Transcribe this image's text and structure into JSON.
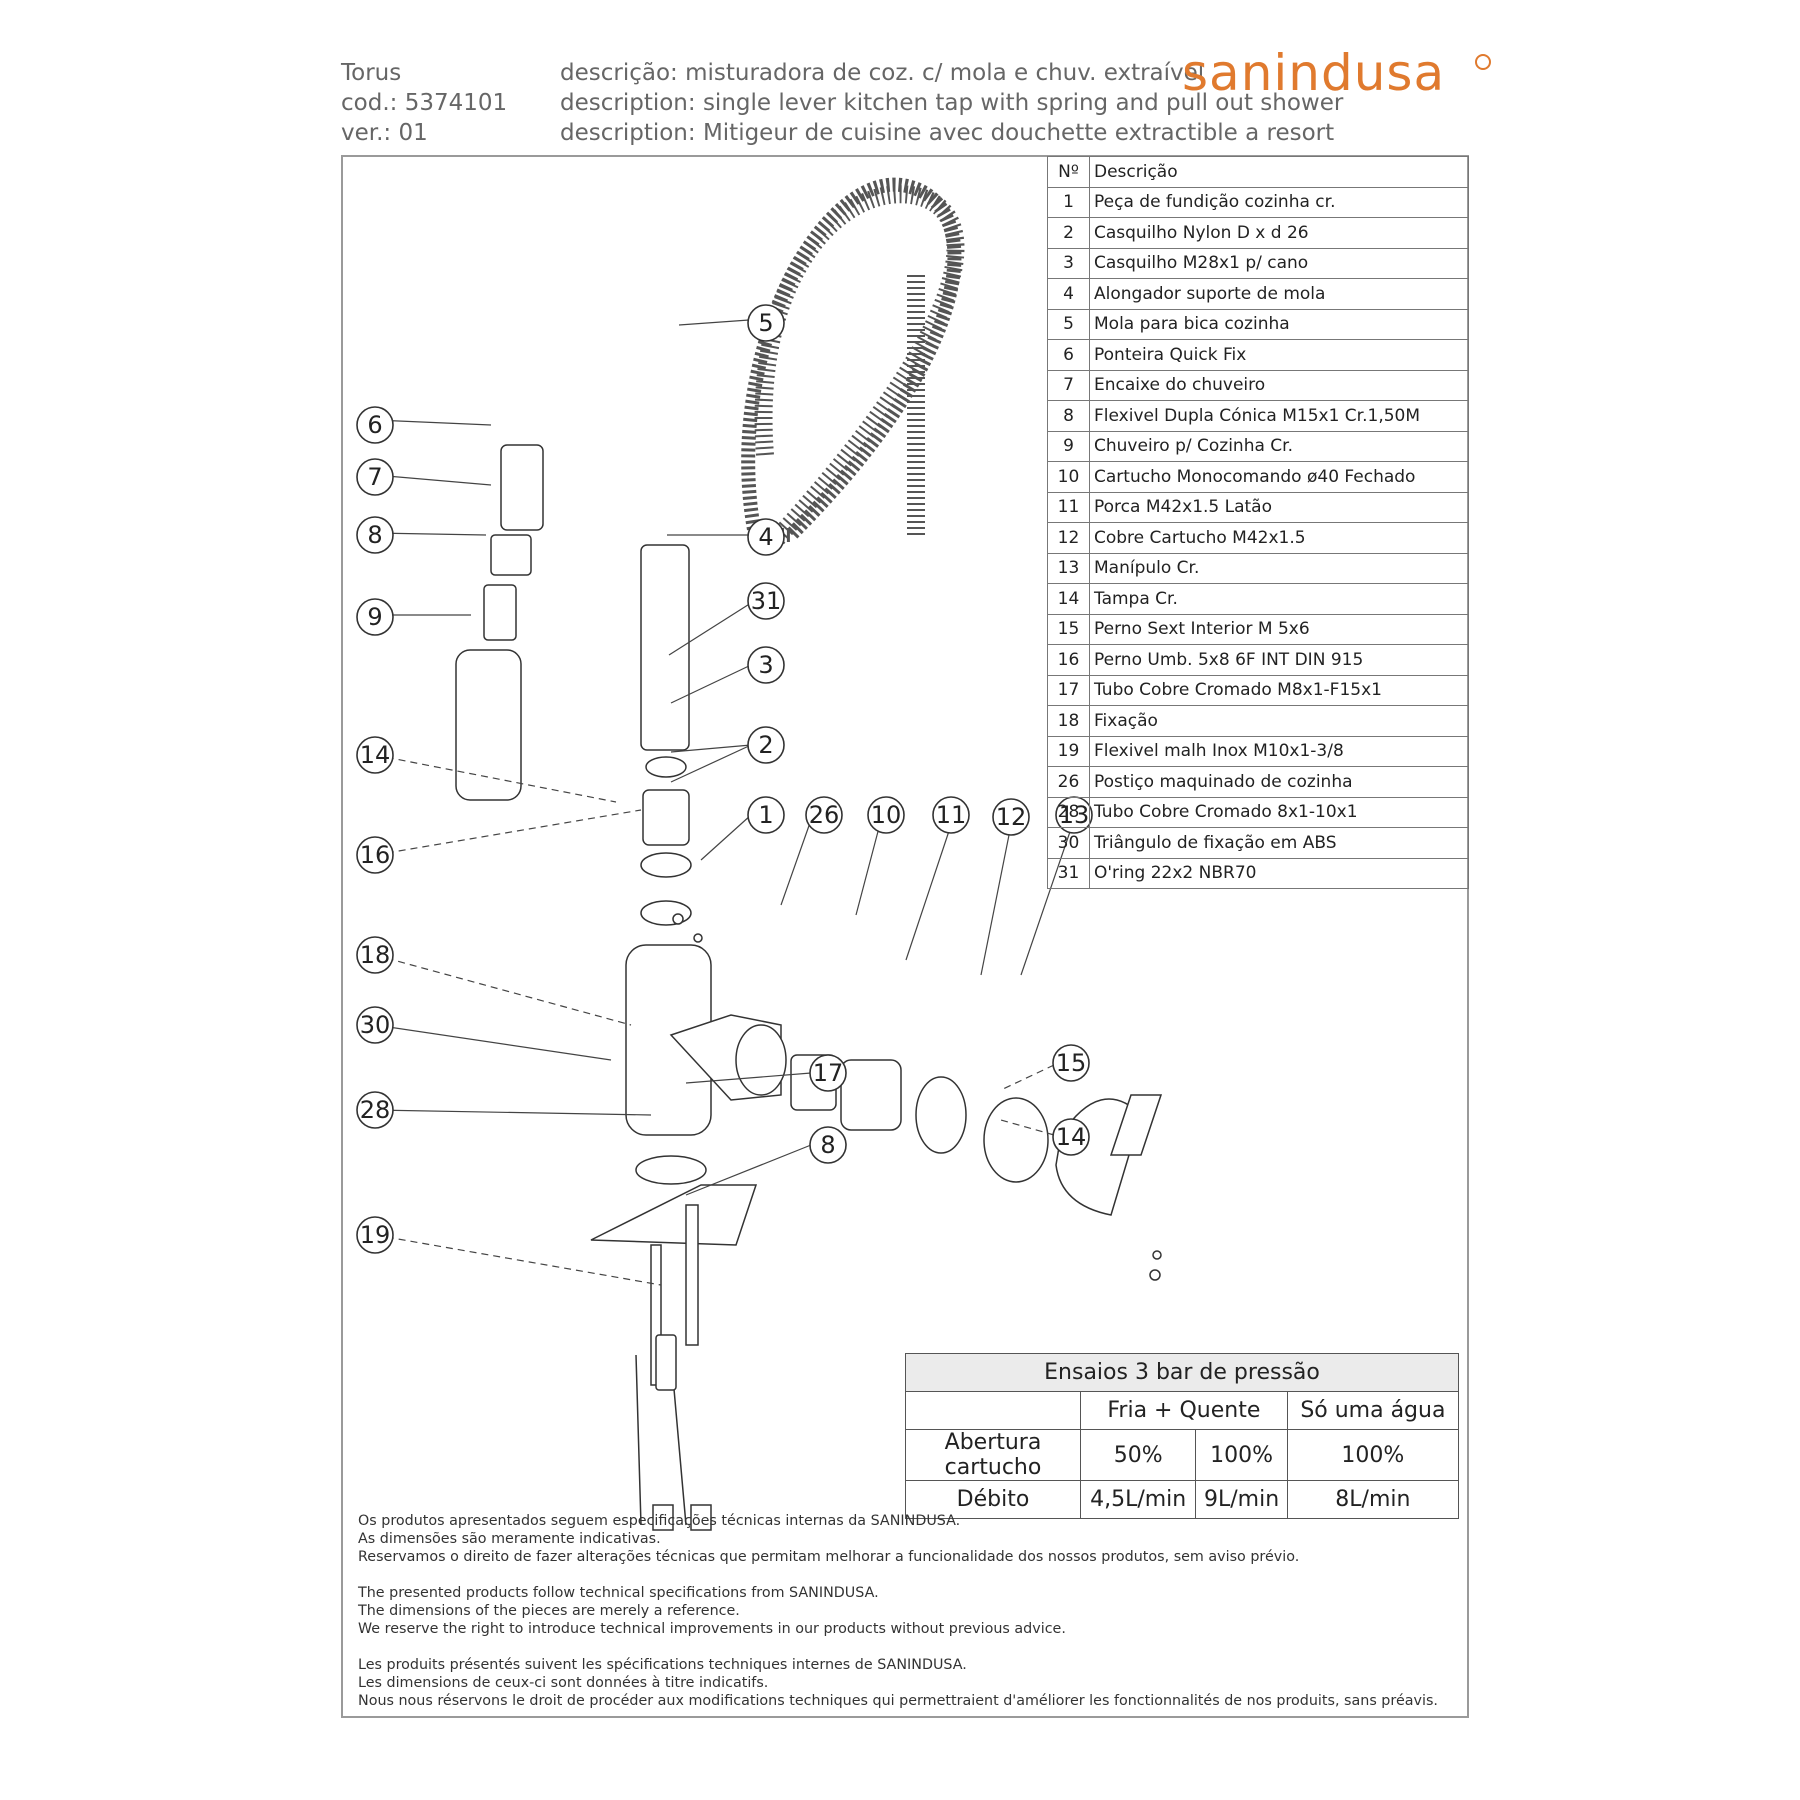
{
  "header": {
    "model": "Torus",
    "code": "cod.: 5374101",
    "version": "ver.: 01",
    "desc_pt": "descrição: misturadora de coz. c/ mola e chuv. extraível",
    "desc_en": "description: single lever kitchen tap with spring and pull out shower",
    "desc_fr": "description: Mitigeur de cuisine avec douchette extractible a resort"
  },
  "logo": {
    "part1": "san",
    "part2": "indusa"
  },
  "parts_table": {
    "col_num": "Nº",
    "col_desc": "Descrição",
    "rows": [
      {
        "n": "1",
        "d": "Peça de fundição cozinha cr."
      },
      {
        "n": "2",
        "d": "Casquilho  Nylon D  x d 26"
      },
      {
        "n": "3",
        "d": "Casquilho M28x1 p/ cano"
      },
      {
        "n": "4",
        "d": "Alongador suporte de mola"
      },
      {
        "n": "5",
        "d": "Mola para bica cozinha"
      },
      {
        "n": "6",
        "d": "Ponteira Quick Fix"
      },
      {
        "n": "7",
        "d": "Encaixe do chuveiro"
      },
      {
        "n": "8",
        "d": "Flexivel Dupla Cónica M15x1 Cr.1,50M"
      },
      {
        "n": "9",
        "d": "Chuveiro p/ Cozinha Cr."
      },
      {
        "n": "10",
        "d": "Cartucho Monocomando ø40 Fechado"
      },
      {
        "n": "11",
        "d": "Porca M42x1.5 Latão"
      },
      {
        "n": "12",
        "d": "Cobre Cartucho M42x1.5"
      },
      {
        "n": "13",
        "d": "Manípulo Cr."
      },
      {
        "n": "14",
        "d": "Tampa Cr."
      },
      {
        "n": "15",
        "d": "Perno Sext Interior M 5x6"
      },
      {
        "n": "16",
        "d": "Perno Umb.  5x8  6F INT DIN 915"
      },
      {
        "n": "17",
        "d": "Tubo Cobre Cromado M8x1-F15x1"
      },
      {
        "n": "18",
        "d": "Fixação"
      },
      {
        "n": "19",
        "d": "Flexivel malh Inox M10x1-3/8"
      },
      {
        "n": "26",
        "d": "Postiço maquinado de cozinha"
      },
      {
        "n": "28",
        "d": "Tubo Cobre Cromado 8x1-10x1"
      },
      {
        "n": "30",
        "d": "Triângulo de fixação em ABS"
      },
      {
        "n": "31",
        "d": "O'ring 22x2  NBR70"
      }
    ]
  },
  "callouts": [
    "1",
    "2",
    "3",
    "4",
    "5",
    "6",
    "7",
    "8",
    "9",
    "10",
    "11",
    "12",
    "13",
    "14",
    "15",
    "16",
    "17",
    "18",
    "19",
    "26",
    "28",
    "30",
    "31"
  ],
  "test_table": {
    "title": "Ensaios 3 bar de pressão",
    "col_mix": "Fria + Quente",
    "col_single": "Só uma água",
    "row1_label": "Abertura cartucho",
    "row1": [
      "50%",
      "100%",
      "100%"
    ],
    "row2_label": "Débito",
    "row2": [
      "4,5L/min",
      "9L/min",
      "8L/min"
    ]
  },
  "footer": {
    "pt": [
      "Os produtos apresentados seguem especificações técnicas internas da SANINDUSA.",
      "As dimensões são meramente indicativas.",
      "Reservamos o direito de fazer alterações técnicas que permitam melhorar a funcionalidade dos nossos produtos, sem aviso prévio."
    ],
    "en": [
      "The presented products follow technical specifications from SANINDUSA.",
      "The dimensions of the pieces are merely a reference.",
      "We reserve the right to introduce technical improvements in our products without previous advice."
    ],
    "fr": [
      "Les produits présentés suivent les spécifications techniques internes de SANINDUSA.",
      "Les dimensions de ceux-ci sont données à titre indicatifs.",
      "Nous nous réservons le droit de procéder aux modifications techniques qui permettraient d'améliorer les fonctionnalités de nos produits, sans préavis."
    ]
  }
}
